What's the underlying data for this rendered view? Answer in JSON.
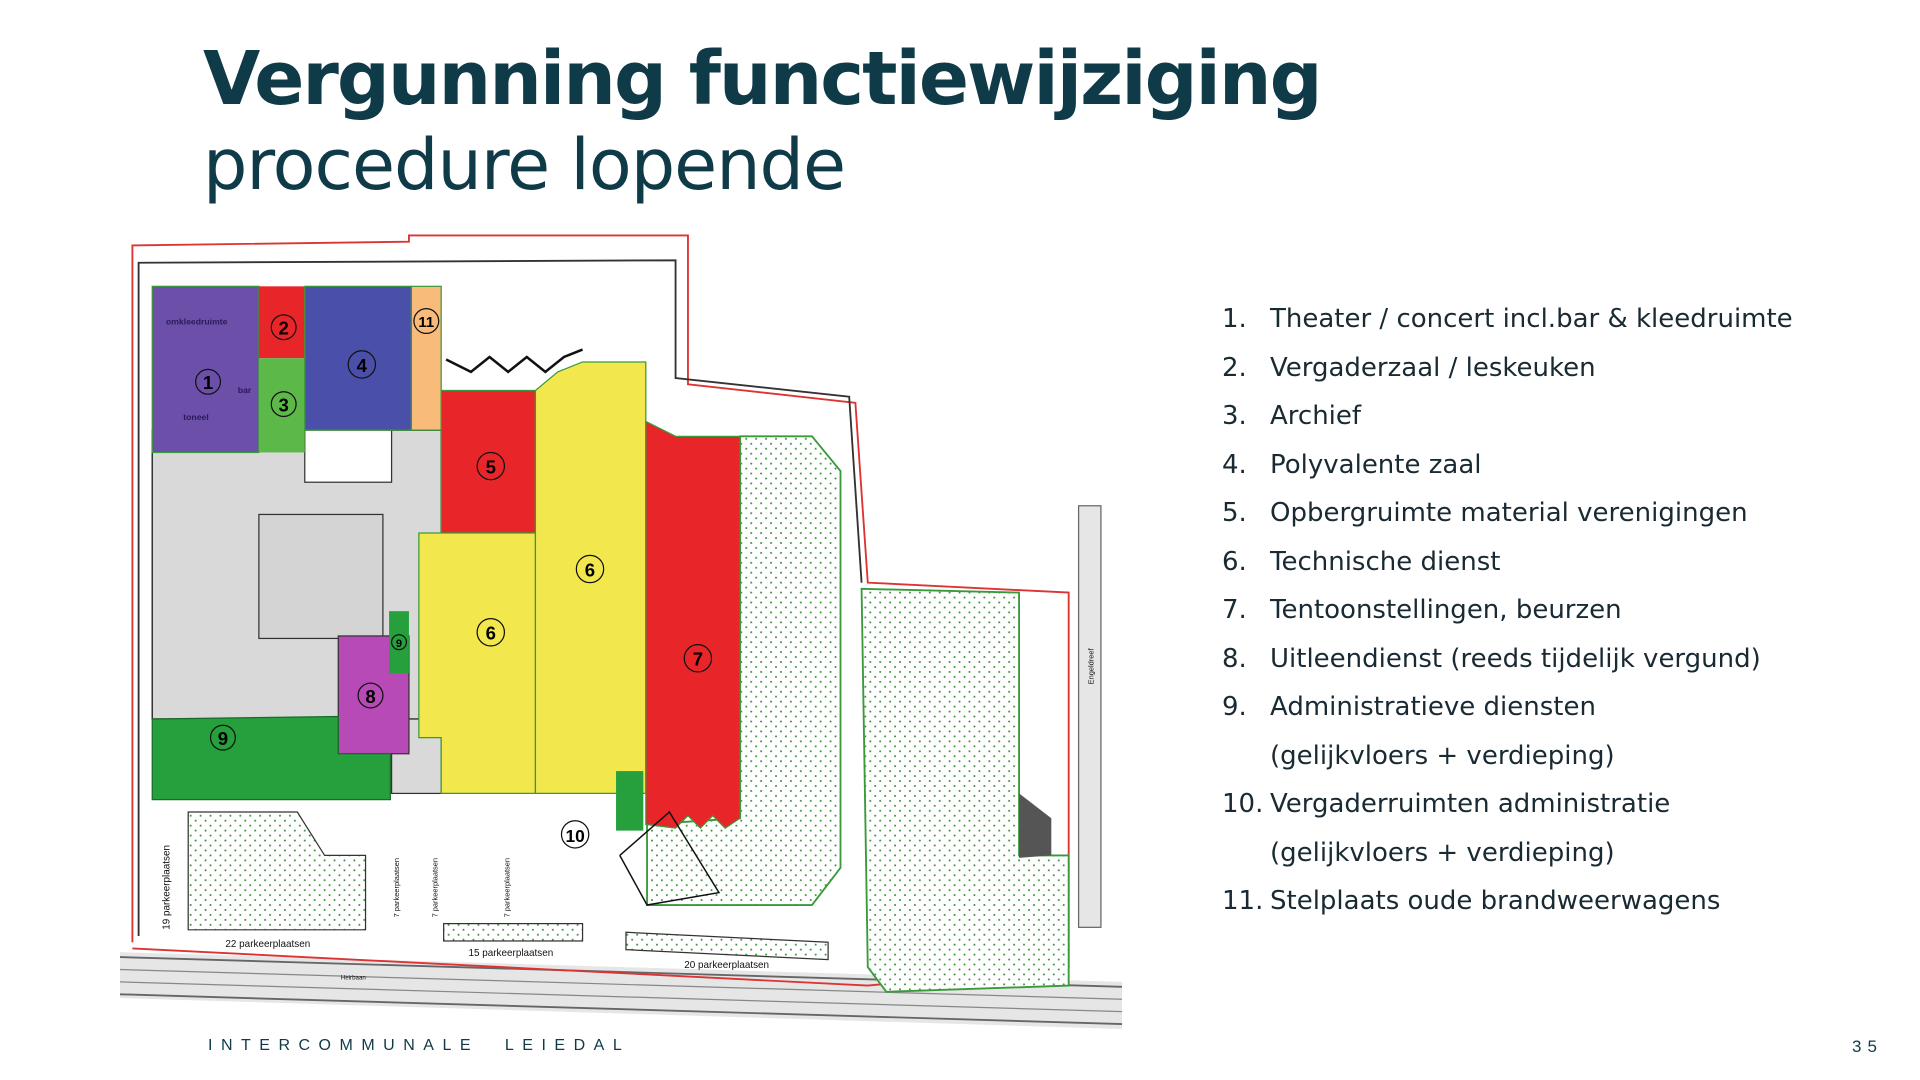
{
  "title": "Vergunning functiewijziging",
  "subtitle": "procedure lopende",
  "map": {
    "zone_numbers": [
      "1",
      "2",
      "3",
      "4",
      "5",
      "6",
      "6",
      "7",
      "8",
      "9",
      "9",
      "10",
      "11"
    ],
    "room_labels": {
      "dressing": "omkleedruimte",
      "bar": "bar",
      "stage": "toneel"
    },
    "parking_labels": [
      "19 parkeerplaatsen",
      "22 parkeerplaatsen",
      "7 parkeerplaatsen",
      "7 parkeerplaatsen",
      "7 parkeerplaatsen",
      "15 parkeerplaatsen",
      "20 parkeerplaatsen"
    ],
    "street_labels": [
      "Heirbaan",
      "Engeldreef"
    ],
    "colors": {
      "purple": "#6b4fa9",
      "red": "#e8262a",
      "green": "#5cb848",
      "blue": "#4a50a9",
      "orange": "#f8bb7a",
      "yellow": "#f2e84e",
      "magenta": "#b84ab8",
      "darkgreen": "#25a03c",
      "gray": "#d9d9d9"
    }
  },
  "legend": [
    {
      "num": "1.",
      "text": "Theater / concert incl.bar & kleedruimte"
    },
    {
      "num": "2.",
      "text": "Vergaderzaal / leskeuken"
    },
    {
      "num": "3.",
      "text": "Archief"
    },
    {
      "num": "4.",
      "text": "Polyvalente zaal"
    },
    {
      "num": "5.",
      "text": "Opbergruimte material verenigingen"
    },
    {
      "num": "6.",
      "text": "Technische dienst"
    },
    {
      "num": "7.",
      "text": "Tentoonstellingen, beurzen"
    },
    {
      "num": "8.",
      "text": "Uitleendienst (reeds tijdelijk vergund)"
    },
    {
      "num": "9.",
      "text": "Administratieve diensten"
    },
    {
      "num": "",
      "text": "(gelijkvloers + verdieping)"
    },
    {
      "num": "10.",
      "text": "Vergaderruimten administratie"
    },
    {
      "num": "",
      "text": "(gelijkvloers + verdieping)"
    },
    {
      "num": "11.",
      "text": "Stelplaats oude brandweerwagens"
    }
  ],
  "footer": "INTERCOMMUNALE  LEIEDAL",
  "page_number": "35"
}
